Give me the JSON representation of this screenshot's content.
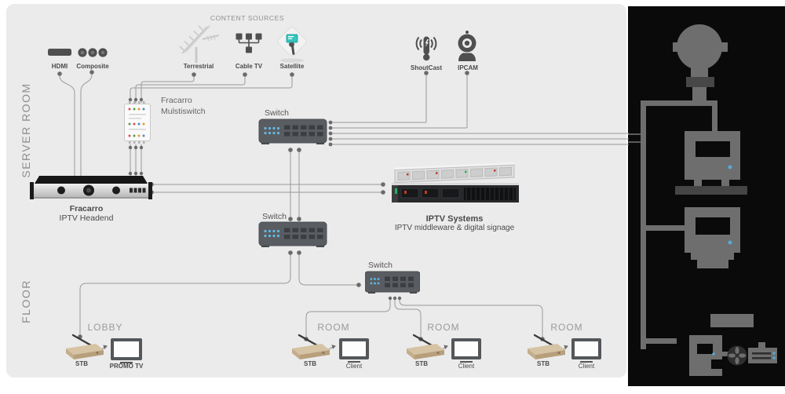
{
  "zones": {
    "server_room": "SERVER ROOM",
    "floor": "FLOOR"
  },
  "content_sources": {
    "title": "CONTENT SOURCES",
    "terrestrial": "Terrestrial",
    "cable_tv": "Cable TV",
    "satellite": "Satellite"
  },
  "av_inputs": {
    "hdmi": "HDMI",
    "composite": "Composite"
  },
  "ip_sources": {
    "shoutcast": "ShoutCast",
    "ipcam": "IPCAM"
  },
  "multiswitch": {
    "name": "Fracarro",
    "type": "Mulstiswitch"
  },
  "headend": {
    "name": "Fracarro",
    "type": "IPTV Headend"
  },
  "switches": {
    "top": "Switch",
    "middle": "Switch",
    "bottom": "Switch"
  },
  "iptv_systems": {
    "title": "IPTV Systems",
    "subtitle": "IPTV middleware & digital signage"
  },
  "lobby": {
    "title": "LOBBY",
    "stb": "STB",
    "tv": "PROMO TV"
  },
  "rooms": [
    {
      "title": "ROOM",
      "stb": "STB",
      "client": "Client"
    },
    {
      "title": "ROOM",
      "stb": "STB",
      "client": "Client"
    },
    {
      "title": "ROOM",
      "stb": "STB",
      "client": "Client"
    }
  ],
  "colors": {
    "panel_bg": "#ebebeb",
    "dark_panel_bg": "#0a0a0a",
    "line": "#9a9a9a",
    "switch_body": "#595d61",
    "led_blue": "#63b9e4",
    "stb_tan": "#d6c3a4",
    "accent_teal": "#35c4bd"
  }
}
